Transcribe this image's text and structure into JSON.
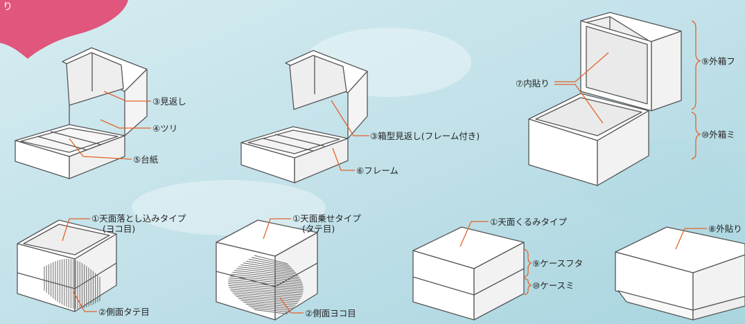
{
  "colors": {
    "leader": "#e2632a",
    "outline": "#555555",
    "box_face": "#ffffff",
    "inner_face": "#ececec",
    "background": "#bfe0e8",
    "blob": "#e0567c",
    "grain": "#666666"
  },
  "labels": {
    "mikaeshi": "③見返し",
    "tsuri": "④ツリ",
    "daishi": "⑤台紙",
    "hakogata_mikaeshi": "③箱型見返し(フレーム付き)",
    "frame": "⑥フレーム",
    "uchibari": "⑦内貼り",
    "sotobako_futa": "⑨外箱フ",
    "sotobako_mi": "⑩外箱ミ",
    "tenmen_otoshikomi": "①天面落とし込みタイプ",
    "tenmen_otoshikomi_sub": "(ヨコ目)",
    "sokumen_tate": "②側面タテ目",
    "tenmen_nose": "①天面乗せタイプ",
    "tenmen_nose_sub": "(タテ目)",
    "sokumen_yoko": "②側面ヨコ目",
    "tenmen_kurumi": "①天面くるみタイプ",
    "case_futa": "⑨ケースフタ",
    "case_mi": "⑩ケースミ",
    "sotobari": "⑧外貼り"
  },
  "corner_glyph": "り"
}
